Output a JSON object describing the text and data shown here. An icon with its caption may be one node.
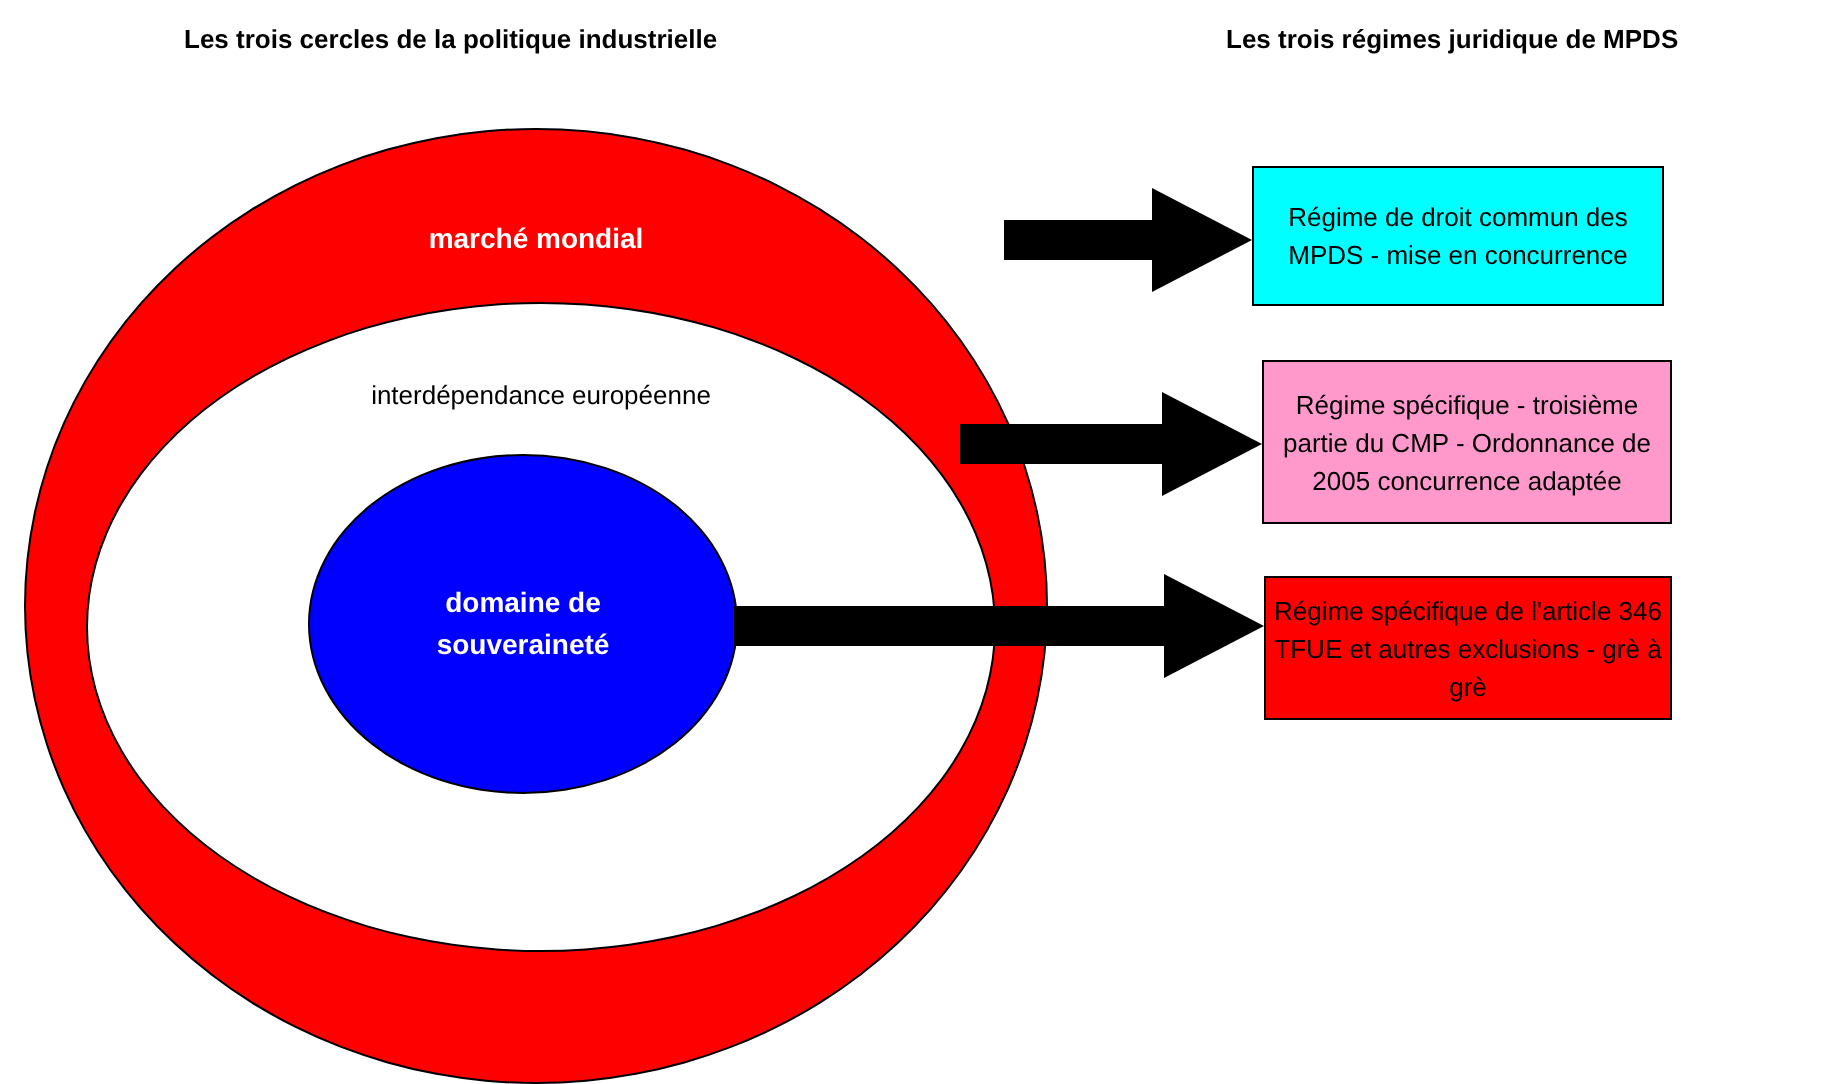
{
  "diagram": {
    "nodes": [
      {
        "text": [
          "marché mondial"
        ]
      },
      {
        "text": [
          "interdépendance européenne"
        ],
        "in": 0
      },
      {
        "text": [
          "domaine de souveraineté"
        ],
        "in": 1
      },
      {
        "text": [
          "Régime de droit commun des MPDS - mise en concurrence"
        ]
      },
      {
        "text": [
          "Régime spécifique - troisième partie du CMP - Ordonnance de 2005 concurrence adaptée"
        ]
      },
      {
        "text": [
          "Régime spécifique de l'article 346 TFUE et autres exclusions - grè à grè"
        ]
      }
    ],
    "edges": [
      {
        "from": 0,
        "to": 3,
        "arrow": "to"
      },
      {
        "from": 1,
        "to": 4,
        "arrow": "to"
      },
      {
        "from": 2,
        "to": 5,
        "arrow": "to"
      }
    ],
    "labels": [
      "Les trois cercles de la politique industrielle",
      "Les trois régimes juridique de MPDS"
    ]
  }
}
